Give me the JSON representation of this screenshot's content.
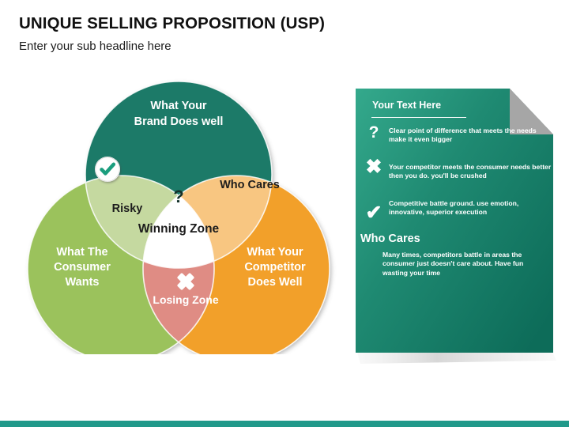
{
  "header": {
    "title": "UNIQUE SELLING PROPOSITION (USP)",
    "subtitle": "Enter your sub headline here"
  },
  "venn": {
    "circles": [
      {
        "id": "brand",
        "label": "What Your\nBrand Does well",
        "line1": "What Your",
        "line2": "Brand Does well",
        "line3": "",
        "color": "#1b7a67"
      },
      {
        "id": "consumer",
        "label": "What The Consumer Wants",
        "line1": "What The",
        "line2": "Consumer",
        "line3": "Wants",
        "color": "#9bc25c"
      },
      {
        "id": "competitor",
        "label": "What Your Competitor Does Well",
        "line1": "What Your",
        "line2": "Competitor",
        "line3": "Does Well",
        "color": "#f2a02b"
      }
    ],
    "overlaps": [
      {
        "id": "risky",
        "label": "Risky",
        "color": "#c5d9a0",
        "icon": "check-badge-icon"
      },
      {
        "id": "who-cares",
        "label": "Who Cares",
        "color": "#f8c681",
        "icon": ""
      },
      {
        "id": "losing-zone",
        "label": "Losing Zone",
        "color": "#df8c84",
        "icon": "cross-icon"
      },
      {
        "id": "winning-zone",
        "label": "Winning Zone",
        "color": "#ffffff",
        "icon": "question-icon"
      }
    ],
    "center_question_mark": "?"
  },
  "panel": {
    "title": "Your Text Here",
    "bullets": [
      {
        "icon": "question-icon",
        "glyph": "?",
        "text": "Clear point of difference that meets the needs make it even bigger"
      },
      {
        "icon": "cross-icon",
        "glyph": "✖",
        "text": "Your competitor meets the consumer needs better then you do. you'll be crushed"
      },
      {
        "icon": "check-icon",
        "glyph": "✔",
        "text": "Competitive battle ground. use emotion, innovative, superior execution"
      }
    ],
    "section": {
      "heading": "Who Cares",
      "body": "Many times, competitors battle in areas the consumer just doesn't care about. Have fun wasting your time"
    },
    "colors": {
      "gradient_start": "#2e9e83",
      "gradient_end": "#0e6f5c",
      "fold": "#a6a6a6"
    }
  },
  "footer": {
    "bar_color": "#21998a"
  }
}
